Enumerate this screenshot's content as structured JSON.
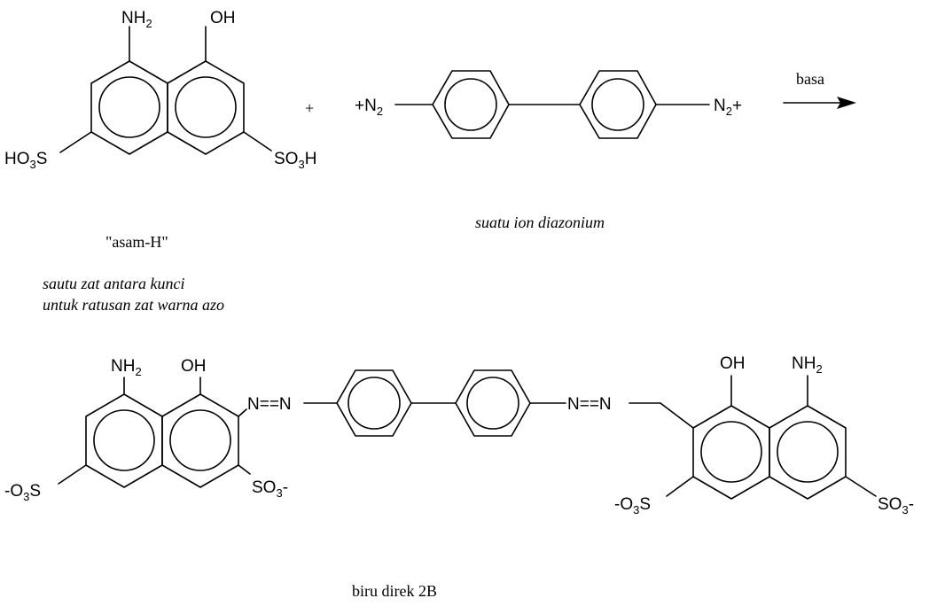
{
  "reaction": {
    "plus": "+",
    "arrow_label": "basa"
  },
  "reactant1": {
    "amine": {
      "main": "NH",
      "sub": "2"
    },
    "hydroxyl": "OH",
    "sulfo_left": {
      "a": "HO",
      "sub": "3",
      "b": "S"
    },
    "sulfo_right": {
      "a": "SO",
      "sub": "3",
      "b": "H"
    },
    "name": "\"asam-H\"",
    "caption_line1": "sautu zat antara kunci",
    "caption_line2": "untuk ratusan zat warna azo"
  },
  "reactant2": {
    "left_group": {
      "a": "+N",
      "sub": "2"
    },
    "right_group": {
      "a": "N",
      "sub": "2",
      "b": "+"
    },
    "caption": "suatu ion diazonium"
  },
  "product": {
    "left_amine": {
      "main": "NH",
      "sub": "2"
    },
    "left_hydroxyl": "OH",
    "left_azo": "N==N",
    "right_azo": "N==N",
    "left_sulfonate_outer": {
      "a": "-O",
      "sub": "3",
      "b": "S"
    },
    "left_sulfonate_inner": {
      "a": "SO",
      "sub": "3",
      "b": "-"
    },
    "right_hydroxyl": "OH",
    "right_amine": {
      "main": "NH",
      "sub": "2"
    },
    "right_sulfonate_inner": {
      "a": "-O",
      "sub": "3",
      "b": "S"
    },
    "right_sulfonate_outer": {
      "a": "SO",
      "sub": "3",
      "b": "-"
    },
    "name": "biru direk 2B"
  }
}
